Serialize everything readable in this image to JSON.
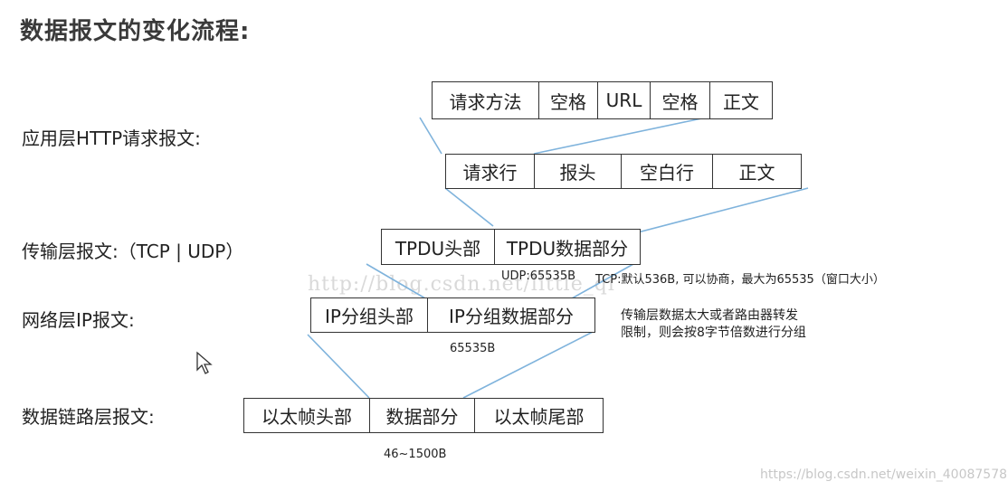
{
  "title": "数据报文的变化流程:",
  "layers": {
    "http": "应用层HTTP请求报文:",
    "transport": "传输层报文:（TCP | UDP）",
    "network": "网络层IP报文:",
    "datalink": "数据链路层报文:"
  },
  "http_request_line": [
    "请求方法",
    "空格",
    "URL",
    "空格",
    "正文"
  ],
  "http_message": [
    "请求行",
    "报头",
    "空白行",
    "正文"
  ],
  "tpdu": [
    "TPDU头部",
    "TPDU数据部分"
  ],
  "ip_packet": [
    "IP分组头部",
    "IP分组数据部分"
  ],
  "frame": [
    "以太帧头部",
    "数据部分",
    "以太帧尾部"
  ],
  "annotations": {
    "udp_size": "UDP:65535B",
    "tcp_size": "TCP:默认536B, 可以协商，最大为65535（窗口大小）",
    "ip_size": "65535B",
    "frag_note": "传输层数据太大或者路由器转发限制，则会按8字节倍数进行分组",
    "frame_size": "46~1500B"
  },
  "watermarks": {
    "center": "http://blog.csdn.net/little_qi",
    "corner": "https://blog.csdn.net/weixin_40087578"
  },
  "colors": {
    "connector": "#7fb3dc",
    "border": "#333333"
  }
}
